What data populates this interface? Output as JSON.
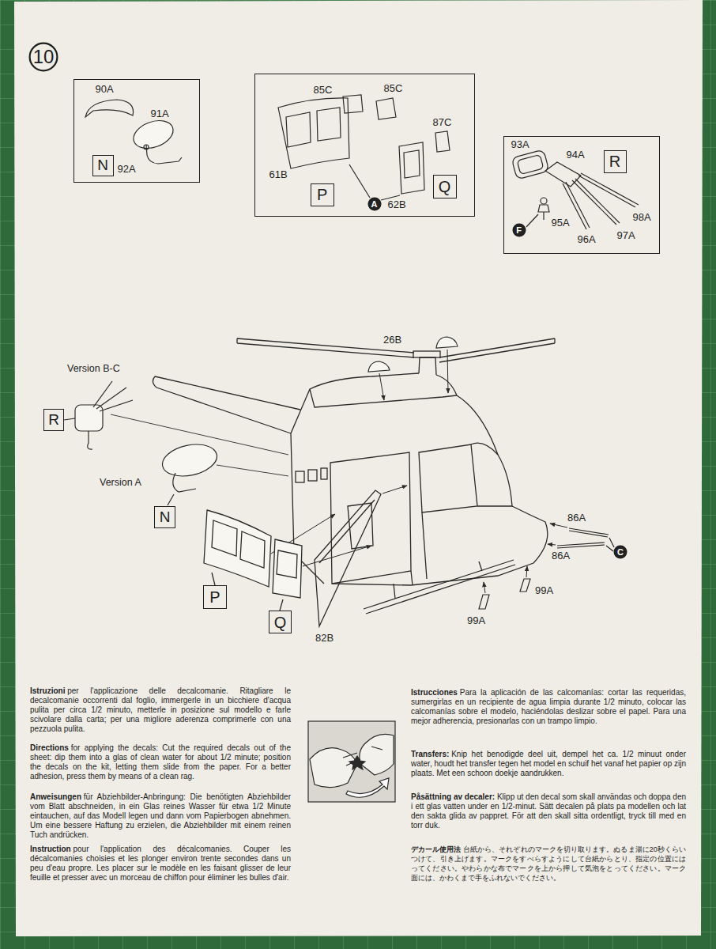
{
  "diagram": {
    "nodes": [
      {
        "text": [
          "10"
        ]
      },
      {
        "text": [
          "90A",
          "91A",
          "92A"
        ]
      },
      {
        "text": [
          "N"
        ],
        "in": 1
      },
      {
        "text": [
          "85C",
          "85C",
          "87C",
          "61B",
          "62B"
        ]
      },
      {
        "text": [
          "P"
        ],
        "in": 3
      },
      {
        "text": [
          "A"
        ],
        "in": 3
      },
      {
        "text": [
          "Q"
        ],
        "in": 3
      },
      {
        "text": [
          "93A",
          "94A",
          "95A",
          "96A",
          "97A",
          "98A"
        ]
      },
      {
        "text": [
          "R"
        ],
        "in": 7
      },
      {
        "text": [
          "F"
        ],
        "in": 7
      },
      {
        "text": [
          "R"
        ]
      },
      {
        "text": [
          "N"
        ]
      },
      {
        "text": [
          "P"
        ]
      },
      {
        "text": [
          "Q"
        ]
      },
      {
        "text": [
          "C"
        ]
      }
    ],
    "labels": [
      "26B",
      "Version B-C",
      "Version A",
      "82B",
      "86A",
      "86A",
      "99A",
      "99A",
      "Istruzioni",
      "per l'applicazione delle decalcomanie. Ritagliare le decalcomanie occorrenti dal foglio, immergerle in un bicchiere d'acqua pulita per circa 1/2 minuto, metterle in posizione sul modello e farle scivolare dalla carta; per una migliore aderenza comprimerle con una pezzuola pulita.",
      "Directions",
      "for applying the decals: Cut the required decals out of the sheet: dip them into a glas of clean water for about 1/2 minute; position the decals on the kit, letting them slide from the paper. For a better adhesion, press them by means of a clean rag.",
      "Anweisungen",
      "für Abziehbilder-Anbringung: Die benötigten Abziehbilder vom Blatt abschneiden, in ein Glas reines Wasser für etwa 1/2 Minute eintauchen, auf das Modell legen und dann vom Papierbogen abnehmen. Um eine bessere Haftung zu erzielen, die Abziehbilder mit einem reinen Tuch andrücken.",
      "Instruction",
      "pour l'application des décalcomanies. Couper les décalcomanies choisies et les plonger environ trente secondes dans un peu d'eau propre. Les placer sur le modèle en les faisant glisser de leur feuille et presser avec un morceau de chiffon pour éliminer les bulles d'air.",
      "Istrucciones",
      "Para la aplicación de las calcomanías: cortar las requeridas, sumergirlas en un recipiente de agua limpia durante 1/2 minuto, colocar las calcomanías sobre el modelo, haciéndolas deslizar sobre el papel. Para una mejor adherencia, presionarlas con un trampo limpio.",
      "Transfers:",
      "Knip het benodigde deel uit, dempel het ca. 1/2 minuut onder water, houdt het transfer tegen het model en schuif het vanaf het papier op zijn plaats. Met een schoon doekje aandrukken.",
      "Påsättning av decaler:",
      "Klipp ut den decal som skall användas och doppa den i ett glas vatten under en 1/2-minut. Sätt decalen på plats pa modellen och lat den sakta glida av pappret. För att den skall sitta ordentligt, tryck till med en torr duk.",
      "デカール使用法",
      "台紙から、それぞれのマークを切り取ります。ぬるま湯に20秒くらいつけて、引き上げます。マークをすべらすようにして台紙からとり、指定の位置にはってください。やわらかな布でマークを上から押して気泡をとってください。マーク面には、かわくまで手をふれないでください。"
    ]
  }
}
